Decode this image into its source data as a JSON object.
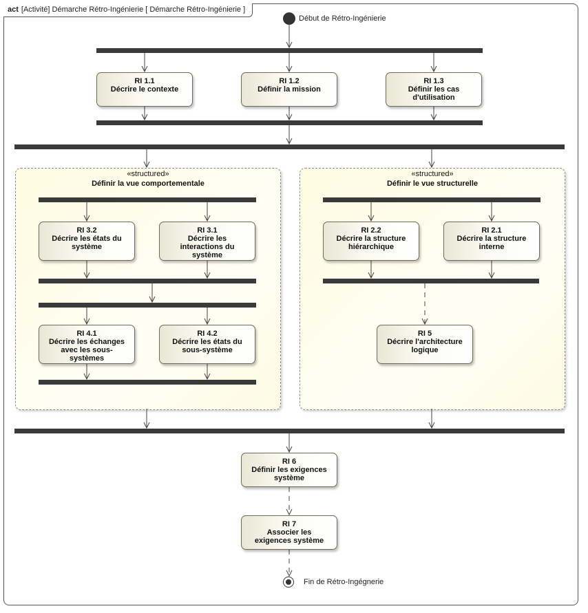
{
  "frame": {
    "keyword": "act",
    "title": "[Activité] Démarche Rétro-Ingénierie [ Démarche Rétro-Ingénierie ]"
  },
  "start": {
    "label": "Début de Rétro-Ingénierie"
  },
  "end": {
    "label": "Fin de Rétro-Ingégnerie"
  },
  "actions": {
    "ri_1_1": {
      "id": "RI 1.1",
      "name": "Décrire le contexte"
    },
    "ri_1_2": {
      "id": "RI 1.2",
      "name": "Définir la mission"
    },
    "ri_1_3": {
      "id": "RI 1.3",
      "name": "Définir les cas d'utilisation"
    },
    "ri_3_2": {
      "id": "RI 3.2",
      "name": "Décrire les états du système"
    },
    "ri_3_1": {
      "id": "RI 3.1",
      "name": "Décrire les interactions du système"
    },
    "ri_4_1": {
      "id": "RI 4.1",
      "name": "Décrire les échanges avec les sous-systèmes"
    },
    "ri_4_2": {
      "id": "RI 4.2",
      "name": "Décrire les états du sous-système"
    },
    "ri_2_2": {
      "id": "RI 2.2",
      "name": "Décrire la structure hiérarchique"
    },
    "ri_2_1": {
      "id": "RI 2.1",
      "name": "Décrire la structure interne"
    },
    "ri_5": {
      "id": "RI 5",
      "name": "Décrire l'architecture logique"
    },
    "ri_6": {
      "id": "RI 6",
      "name": "Définir les exigences système"
    },
    "ri_7": {
      "id": "RI 7",
      "name": "Associer les exigences système"
    }
  },
  "regions": {
    "behavioral": {
      "stereotype": "«structured»",
      "title": "Définir la vue comportementale"
    },
    "structural": {
      "stereotype": "«structured»",
      "title": "Définir le vue structurelle"
    }
  }
}
